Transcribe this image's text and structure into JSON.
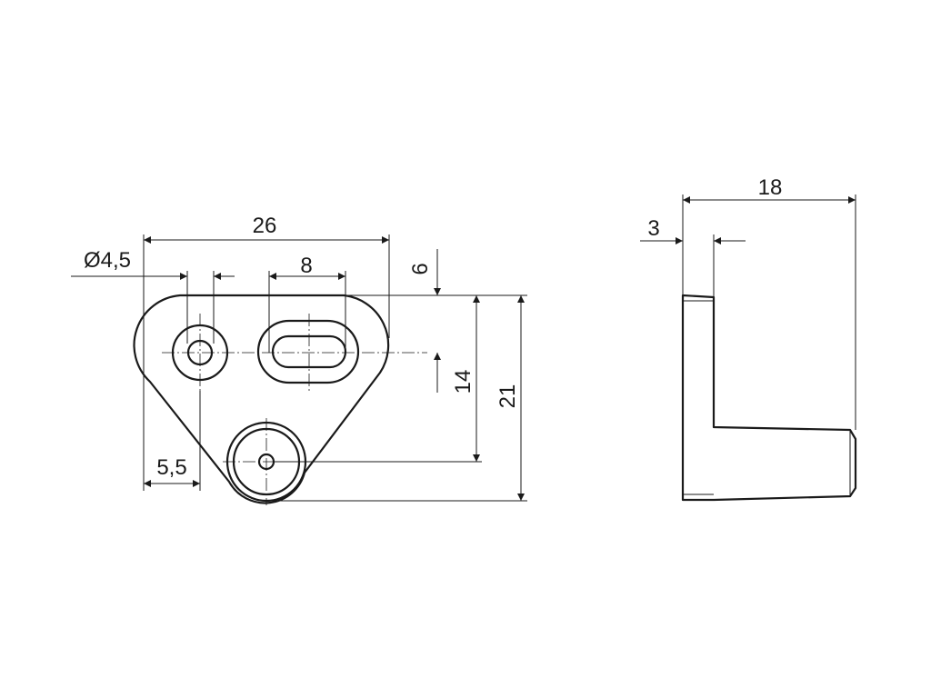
{
  "drawing": {
    "dimensions": {
      "width_overall": "26",
      "hole_diameter": "Ø4,5",
      "slot_length": "8",
      "slot_offset": "6",
      "height_to_hole": "14",
      "height_overall": "21",
      "edge_to_hole": "5,5",
      "side_depth": "18",
      "side_thickness": "3"
    },
    "colors": {
      "line": "#1a1a1a",
      "background": "#ffffff"
    }
  }
}
